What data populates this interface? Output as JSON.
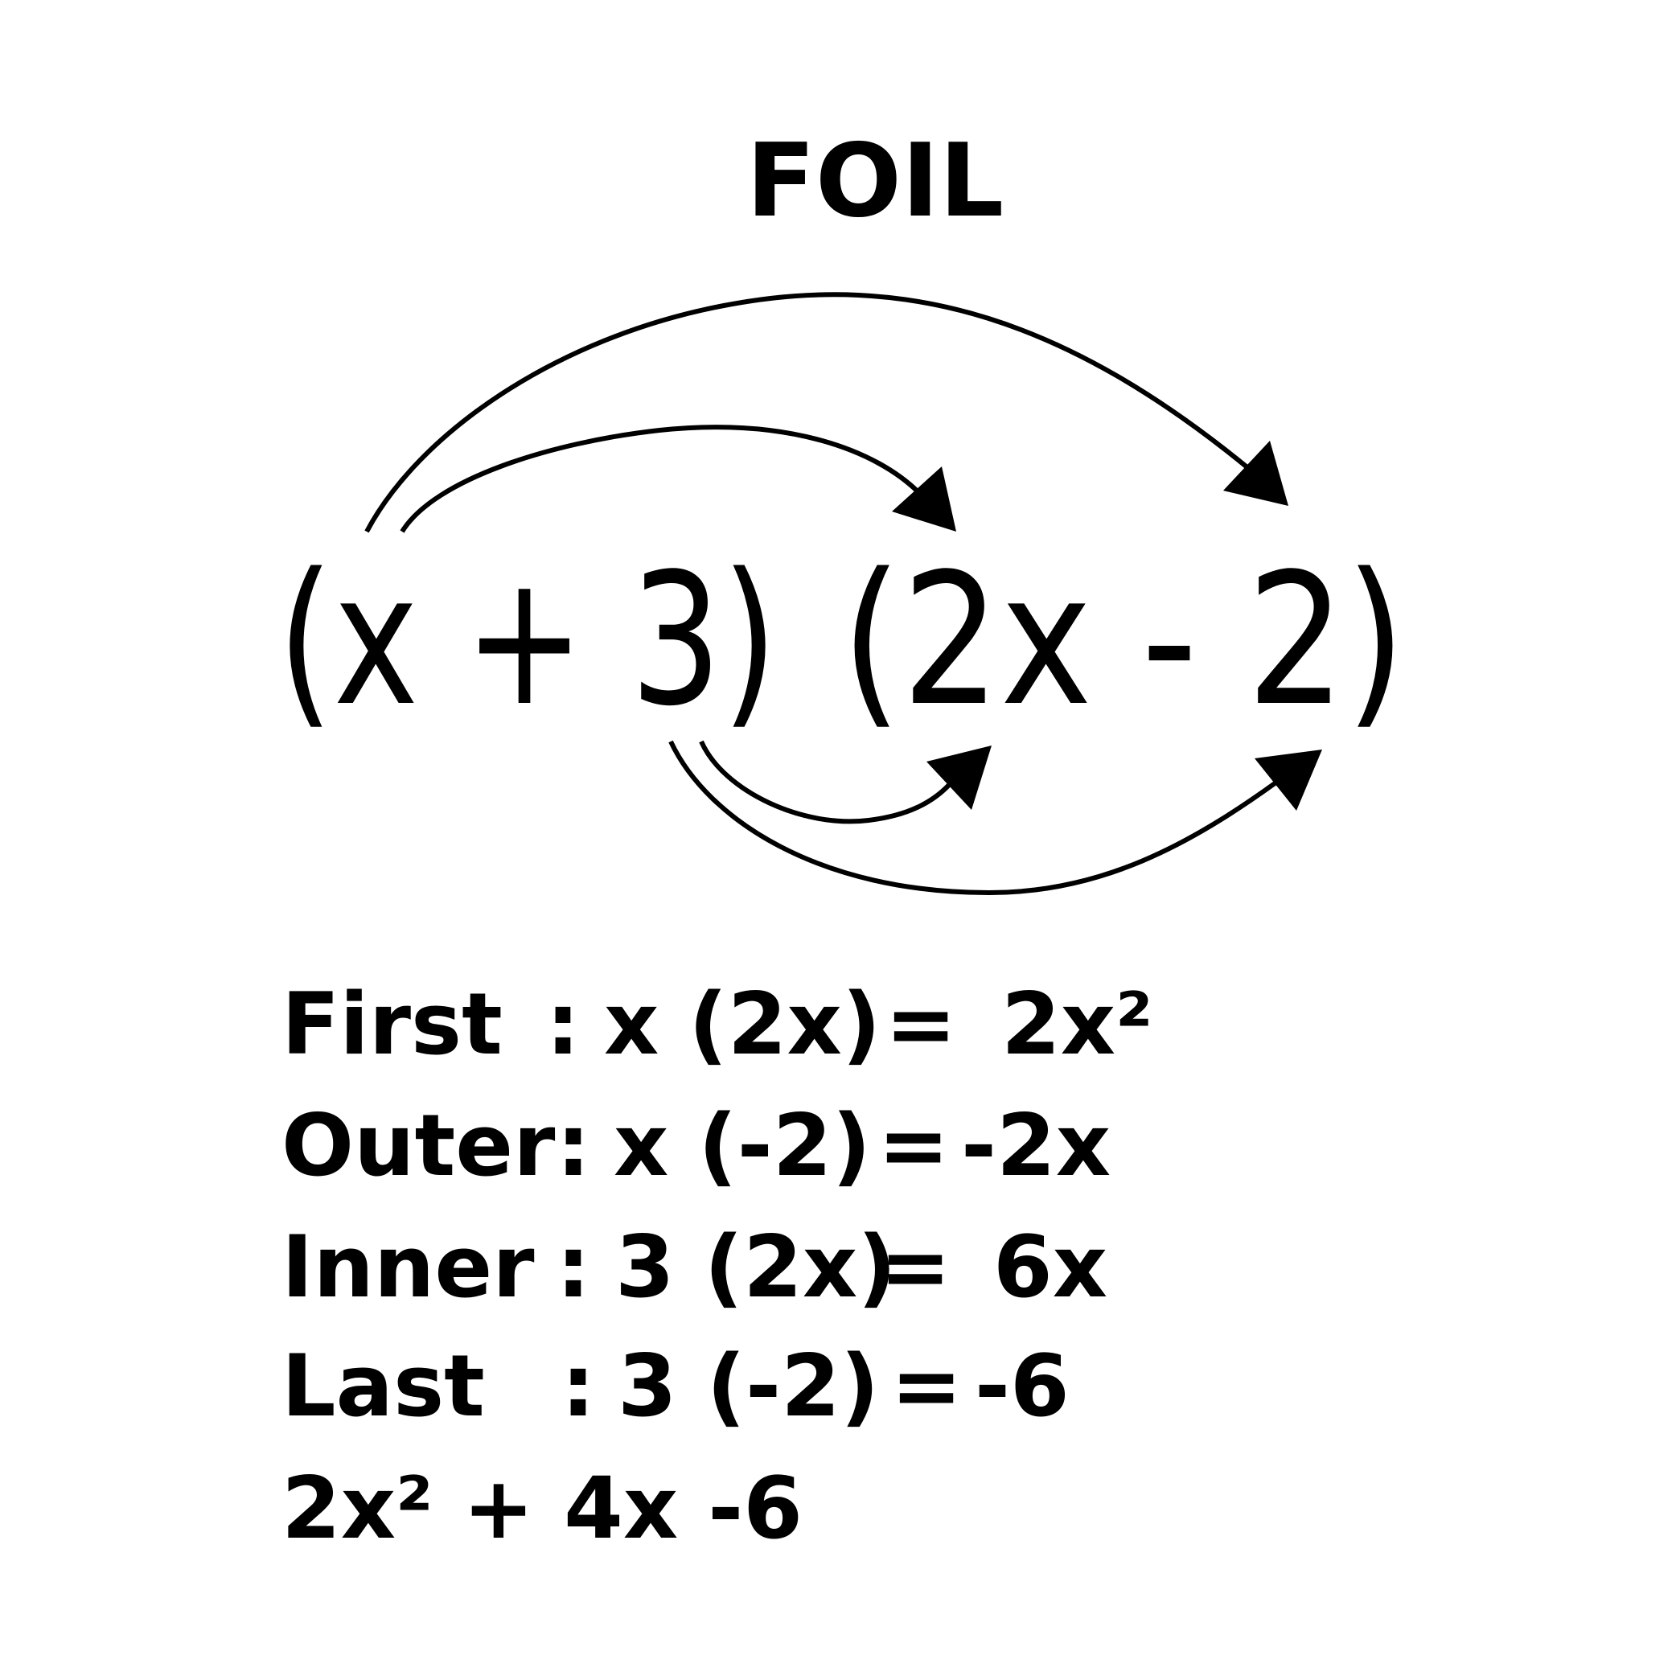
{
  "title": "FOIL",
  "expression": {
    "factor1": "(x + 3)",
    "factor2": "(2x - 2)"
  },
  "steps": [
    {
      "name": "First",
      "colon": ":",
      "product": "x (2x)",
      "equals": "=",
      "result": "2x²"
    },
    {
      "name": "Outer",
      "colon": ":",
      "product": "x (-2)",
      "equals": "=",
      "result": "-2x"
    },
    {
      "name": "Inner",
      "colon": ":",
      "product": "3 (2x)",
      "equals": "=",
      "result": "6x"
    },
    {
      "name": "Last",
      "colon": ":",
      "product": "3 (-2)",
      "equals": "=",
      "result": "-6"
    }
  ],
  "final_result": "2x² + 4x -6"
}
